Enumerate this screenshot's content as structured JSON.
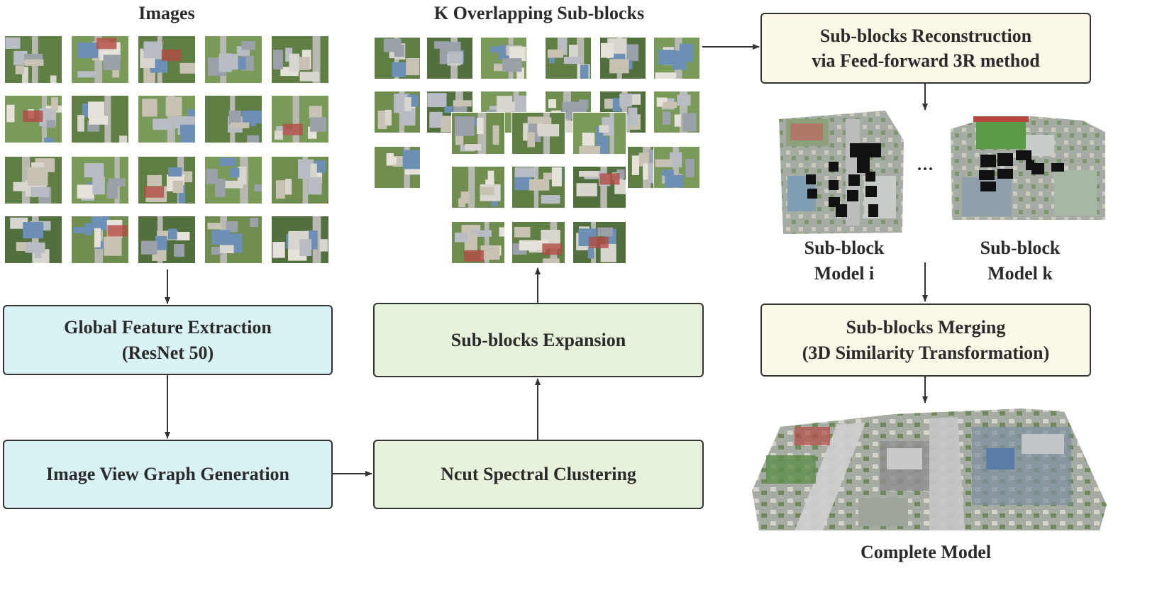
{
  "labels": {
    "images": "Images",
    "k_sub_blocks": "K Overlapping Sub-blocks",
    "sub_block_model_i": [
      "Sub-block",
      "Model i"
    ],
    "sub_block_model_k": [
      "Sub-block",
      "Model k"
    ],
    "ellipsis": "···",
    "complete_model": "Complete Model"
  },
  "boxes": {
    "global_feature": [
      "Global Feature Extraction",
      "(ResNet 50)"
    ],
    "view_graph": [
      "Image View Graph Generation"
    ],
    "ncut": [
      "Ncut Spectral Clustering"
    ],
    "expansion": [
      "Sub-blocks Expansion"
    ],
    "reconstruction": [
      "Sub-blocks Reconstruction",
      "via Feed-forward 3R method"
    ],
    "merging": [
      "Sub-blocks Merging",
      "(3D Similarity Transformation)"
    ]
  },
  "colors": {
    "cyan_box": "#d9f3f5",
    "green_box": "#e6f3da",
    "cream_box": "#fbf8e8",
    "border": "#333333"
  }
}
